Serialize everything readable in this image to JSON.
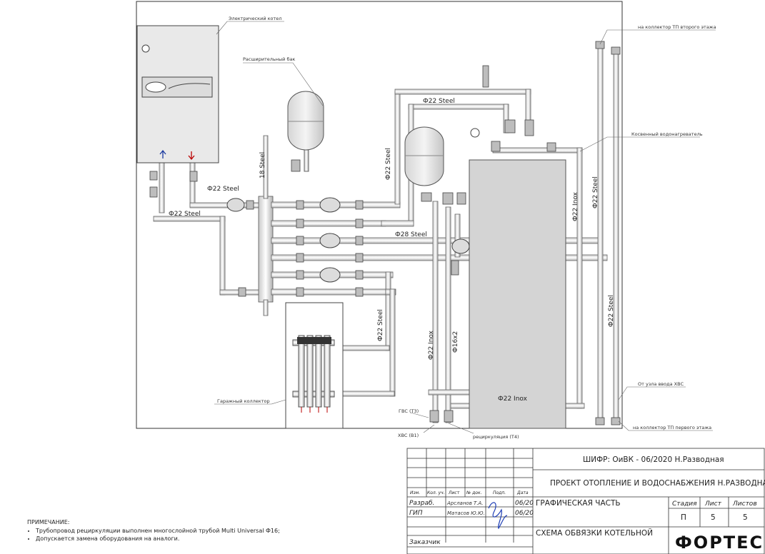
{
  "labels": {
    "boiler": "Электрический котел",
    "expansion_tank": "Расширительный бак",
    "to_collector_2nd": "на коллектор ТП второго этажа",
    "indirect_heater": "Косвенный водонагреватель",
    "from_cold_water": "От узла ввода ХВС",
    "to_collector_1st": "на коллектор ТП первого этажа",
    "garage_collector": "Гаражный коллектор",
    "hot_water": "ГВС (Т3)",
    "cold_water": "ХВС (В1)",
    "recirculation": "рециркуляция (Т4)"
  },
  "pipes": {
    "p22_steel": "Ф22 Steel",
    "p18_steel": "18 Steel",
    "p28_steel": "Ф28 Steel",
    "p22_inox": "Ф22 Inox",
    "p16x2": "Ф16х2"
  },
  "title_block": {
    "code": "ШИФР: ОиВК - 06/2020 Н.Разводная",
    "project": "ПРОЕКТ ОТОПЛЕНИЕ И ВОДОСНАБЖЕНИЯ Н.РАЗВОДНАЯ",
    "part": "ГРАФИЧЕСКАЯ ЧАСТЬ",
    "sheet_title": "СХЕМА ОБВЯЗКИ КОТЕЛЬНОЙ",
    "headers": [
      "Изм.",
      "Кол. уч.",
      "Лист",
      "№ док.",
      "Подп.",
      "Дата"
    ],
    "stage_header": "Стадия",
    "sheet_header": "Лист",
    "sheets_header": "Листов",
    "stage": "П",
    "sheet": "5",
    "sheets": "5",
    "rows": [
      {
        "role": "Разраб.",
        "name": "Арсланов Т.А.",
        "date": "06/20"
      },
      {
        "role": "ГИП",
        "name": "Матасов Ю.Ю.",
        "date": "06/20"
      }
    ],
    "customer": "Заказчик",
    "logo": "ФОРТЕС"
  },
  "notes": {
    "title": "ПРИМЕЧАНИЕ:",
    "items": [
      "Трубопровод рециркуляции выполнен многослойной трубой Multi Universal Ф16;",
      "Допускается замена оборудования на аналоги."
    ]
  }
}
